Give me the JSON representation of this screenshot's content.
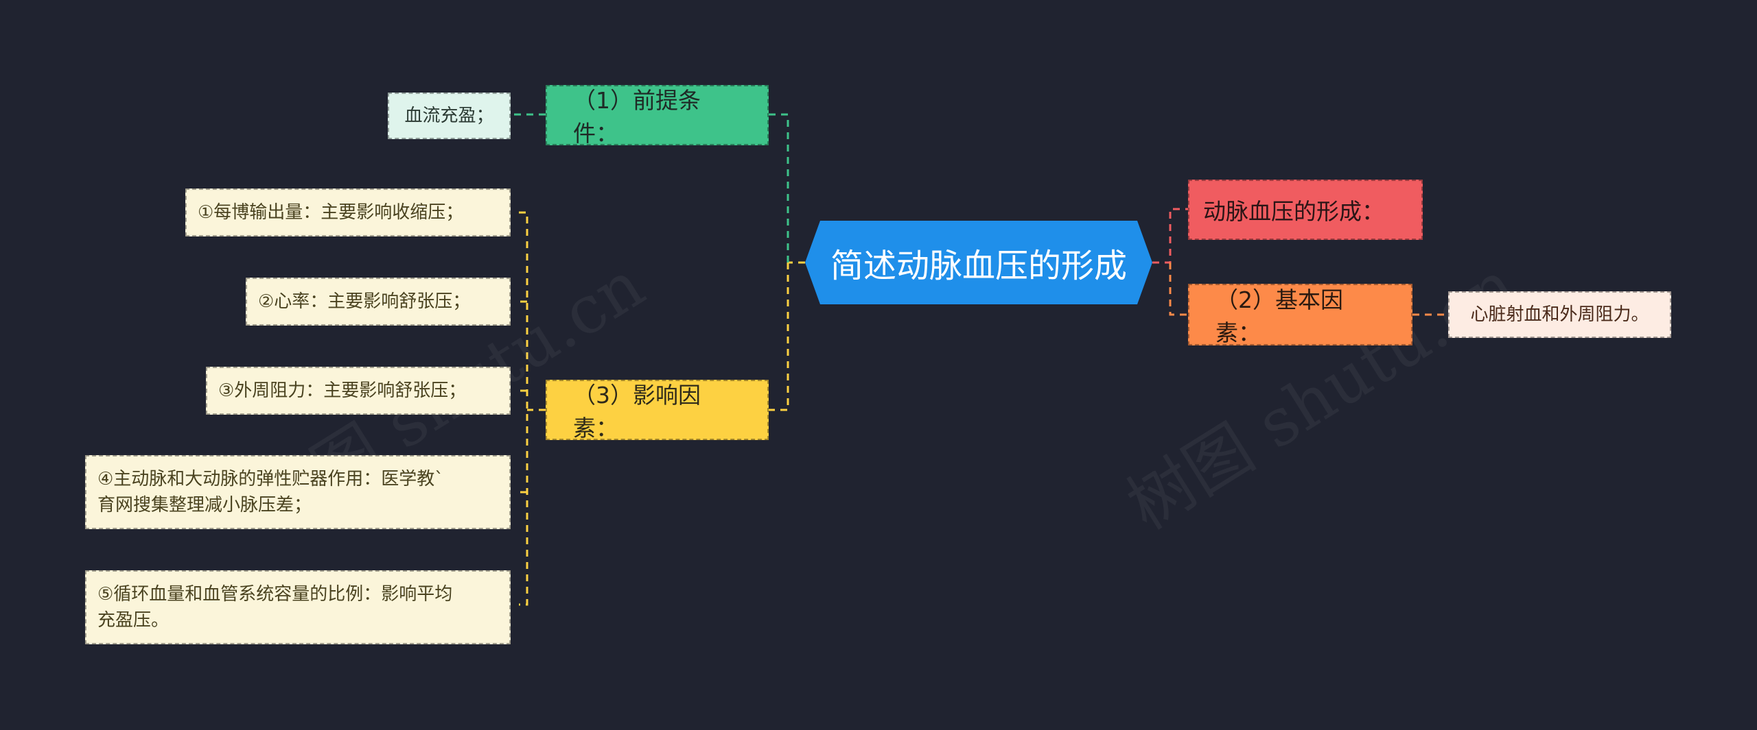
{
  "root": {
    "label": "简述动脉血压的形成"
  },
  "colors": {
    "background": "#202330",
    "root": "#1f8fea",
    "green": "#3ec38a",
    "yellow": "#fdd142",
    "red": "#f05c60",
    "orange": "#fd8a49",
    "leaf_green": "#dff4ec",
    "leaf_yellow": "#fbf5da",
    "leaf_orange": "#fdece3"
  },
  "branches": {
    "premise": {
      "label": "（1）前提条件：",
      "leaves": [
        "血流充盈；"
      ]
    },
    "influence": {
      "label": "（3）影响因素：",
      "leaves": [
        "①每博输出量：主要影响收缩压；",
        "②心率：主要影响舒张压；",
        "③外周阻力：主要影响舒张压；",
        "④主动脉和大动脉的弹性贮器作用：医学教`\n育网搜集整理减小脉压差；",
        "⑤循环血量和血管系统容量的比例：影响平均\n充盈压。"
      ]
    },
    "formation": {
      "label": "动脉血压的形成："
    },
    "basic": {
      "label": "（2）基本因素：",
      "leaves": [
        "心脏射血和外周阻力。"
      ]
    }
  },
  "watermarks": [
    "树图 shutu.cn",
    "树图 shutu.cn"
  ]
}
